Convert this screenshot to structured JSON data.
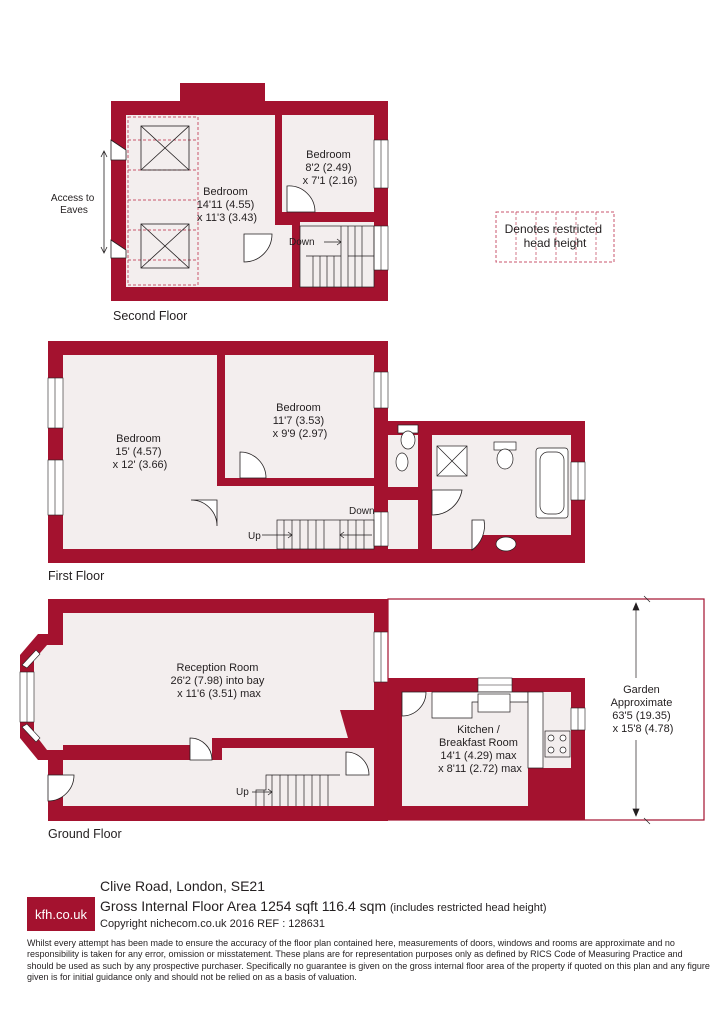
{
  "colors": {
    "wall": "#a4122f",
    "floor": "#f3eeee",
    "text": "#231f20",
    "restricted": "#c8566c"
  },
  "second_floor": {
    "label": "Second Floor",
    "access": [
      "Access to",
      "Eaves"
    ],
    "bedroom1": [
      "Bedroom",
      "14'11 (4.55)",
      "x 11'3 (3.43)"
    ],
    "bedroom2": [
      "Bedroom",
      "8'2 (2.49)",
      "x 7'1 (2.16)"
    ],
    "down": "Down"
  },
  "legend": [
    "Denotes restricted",
    "head height"
  ],
  "first_floor": {
    "label": "First Floor",
    "bedroom1": [
      "Bedroom",
      "15' (4.57)",
      "x 12' (3.66)"
    ],
    "bedroom2": [
      "Bedroom",
      "11'7 (3.53)",
      "x 9'9 (2.97)"
    ],
    "up": "Up",
    "down": "Down"
  },
  "ground_floor": {
    "label": "Ground Floor",
    "reception": [
      "Reception Room",
      "26'2 (7.98) into bay",
      "x 11'6 (3.51) max"
    ],
    "kitchen": [
      "Kitchen /",
      "Breakfast Room",
      "14'1 (4.29) max",
      "x 8'11 (2.72) max"
    ],
    "garden": [
      "Garden",
      "Approximate",
      "63'5 (19.35)",
      "x 15'8 (4.78)"
    ],
    "up": "Up"
  },
  "footer": {
    "logo": "kfh.co.uk",
    "address": "Clive Road, London, SE21",
    "area": "Gross Internal Floor Area 1254 sqft 116.4 sqm",
    "area_note": "(includes restricted head height)",
    "copyright": "Copyright nichecom.co.uk 2016 REF : 128631",
    "disclaimer": "Whilst every attempt has been made to ensure the accuracy of the floor plan contained here, measurements of doors, windows and rooms are approximate and no responsibility is taken for any error, omission or misstatement.  These plans are for representation purposes only as defined by RICS Code of Measuring Practice and should be used as such by any prospective purchaser.  Specifically no guarantee is given on the gross internal floor area of the property if quoted on this plan and any figure given is for initial guidance only and should not be relied on as a basis of valuation."
  }
}
